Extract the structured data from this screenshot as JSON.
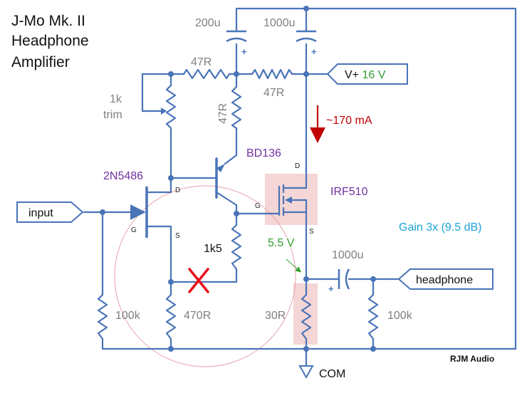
{
  "title_lines": [
    "J-Mo Mk. II",
    "Headphone",
    "Amplifier"
  ],
  "colors": {
    "wire": "#4a74b8",
    "gray_label": "#7f7f7f",
    "purple_label": "#7030a0",
    "green_label": "#2f9e2f",
    "red_label": "#c00000",
    "cyan_label": "#1aa3d4",
    "highlight": "#f2cfcf",
    "circle": "#e8a0a8",
    "cross": "#e8101a"
  },
  "components": {
    "cap_200u": "200u",
    "cap_1000u_supply": "1000u",
    "res_47r_top_left": "47R",
    "res_47r_top_right": "47R",
    "res_47r_vertical": "47R",
    "trim_value": "1k",
    "trim_word": "trim",
    "bd136": "BD136",
    "jfet": "2N5486",
    "mosfet": "IRF510",
    "res_1k5": "1k5",
    "res_470r": "470R",
    "res_100k_input": "100k",
    "res_30r": "30R",
    "cap_1000u_output": "1000u",
    "res_100k_output": "100k"
  },
  "pins": {
    "jfet_drain": "D",
    "jfet_gate": "G",
    "jfet_source": "S",
    "mos_drain": "D",
    "mos_gate": "G",
    "mos_source": "S"
  },
  "annotations": {
    "vplus_prefix": "V+",
    "vplus_value": "16 V",
    "current": "~170 mA",
    "source_voltage": "5.5 V",
    "gain": "Gain 3x (9.5 dB)",
    "credit": "RJM Audio",
    "com": "COM",
    "cap_polarity": "+"
  },
  "ports": {
    "input": "input",
    "headphone": "headphone"
  }
}
